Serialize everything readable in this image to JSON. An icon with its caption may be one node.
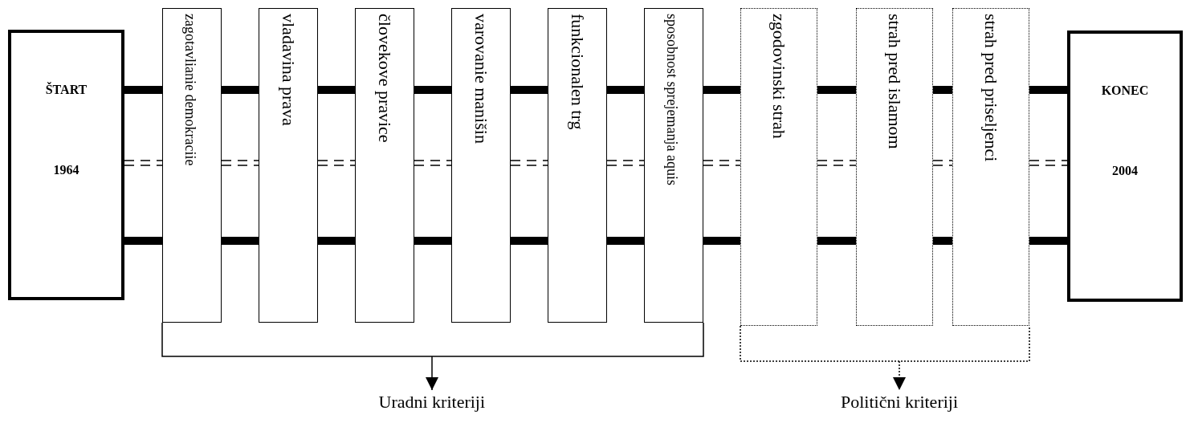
{
  "diagram": {
    "nodes": [
      {
        "text": [
          "ŠTART",
          "1964"
        ]
      },
      {
        "text": [
          "zagotavlianie demokraciie"
        ]
      },
      {
        "text": [
          "vladavina prava"
        ]
      },
      {
        "text": [
          "človekove pravice"
        ]
      },
      {
        "text": [
          "varovanie manišin"
        ]
      },
      {
        "text": [
          "funkcionalen trg"
        ]
      },
      {
        "text": [
          "sposobnost sprejemanja aquis"
        ]
      },
      {
        "text": [
          "zgodovinski strah"
        ]
      },
      {
        "text": [
          "strah pred islamom"
        ]
      },
      {
        "text": [
          "strah pred priseljenci"
        ]
      },
      {
        "text": [
          "KONEC",
          "2004"
        ]
      },
      {
        "text": [
          "Uradni kriteriji"
        ]
      },
      {
        "text": [
          "Politični kriteriji"
        ]
      },
      {
        "text": [],
        "shape": "bracket"
      },
      {
        "text": [],
        "shape": "bracket"
      }
    ],
    "edges": [
      {
        "from": 0,
        "to": 1,
        "arrow": "none"
      },
      {
        "from": 0,
        "to": 1,
        "arrow": "none",
        "style": "dashed"
      },
      {
        "from": 0,
        "to": 1,
        "arrow": "none"
      },
      {
        "from": 1,
        "to": 2,
        "arrow": "none"
      },
      {
        "from": 1,
        "to": 2,
        "arrow": "none",
        "style": "dashed"
      },
      {
        "from": 1,
        "to": 2,
        "arrow": "none"
      },
      {
        "from": 2,
        "to": 3,
        "arrow": "none"
      },
      {
        "from": 2,
        "to": 3,
        "arrow": "none",
        "style": "dashed"
      },
      {
        "from": 2,
        "to": 3,
        "arrow": "none"
      },
      {
        "from": 3,
        "to": 4,
        "arrow": "none"
      },
      {
        "from": 3,
        "to": 4,
        "arrow": "none",
        "style": "dashed"
      },
      {
        "from": 3,
        "to": 4,
        "arrow": "none"
      },
      {
        "from": 4,
        "to": 5,
        "arrow": "none"
      },
      {
        "from": 4,
        "to": 5,
        "arrow": "none",
        "style": "dashed"
      },
      {
        "from": 4,
        "to": 5,
        "arrow": "none"
      },
      {
        "from": 5,
        "to": 6,
        "arrow": "none"
      },
      {
        "from": 5,
        "to": 6,
        "arrow": "none",
        "style": "dashed"
      },
      {
        "from": 5,
        "to": 6,
        "arrow": "none"
      },
      {
        "from": 6,
        "to": 7,
        "arrow": "none"
      },
      {
        "from": 6,
        "to": 7,
        "arrow": "none",
        "style": "dashed"
      },
      {
        "from": 6,
        "to": 7,
        "arrow": "none"
      },
      {
        "from": 7,
        "to": 8,
        "arrow": "none"
      },
      {
        "from": 7,
        "to": 8,
        "arrow": "none",
        "style": "dashed"
      },
      {
        "from": 7,
        "to": 8,
        "arrow": "none"
      },
      {
        "from": 8,
        "to": 9,
        "arrow": "none"
      },
      {
        "from": 8,
        "to": 9,
        "arrow": "none",
        "style": "dashed"
      },
      {
        "from": 8,
        "to": 9,
        "arrow": "none"
      },
      {
        "from": 9,
        "to": 10,
        "arrow": "none"
      },
      {
        "from": 9,
        "to": 10,
        "arrow": "none",
        "style": "dashed"
      },
      {
        "from": 9,
        "to": 10,
        "arrow": "none"
      },
      {
        "from": 13,
        "to": 11,
        "arrow": "to"
      },
      {
        "from": 14,
        "to": 12,
        "arrow": "to",
        "style": "dashed"
      }
    ]
  }
}
